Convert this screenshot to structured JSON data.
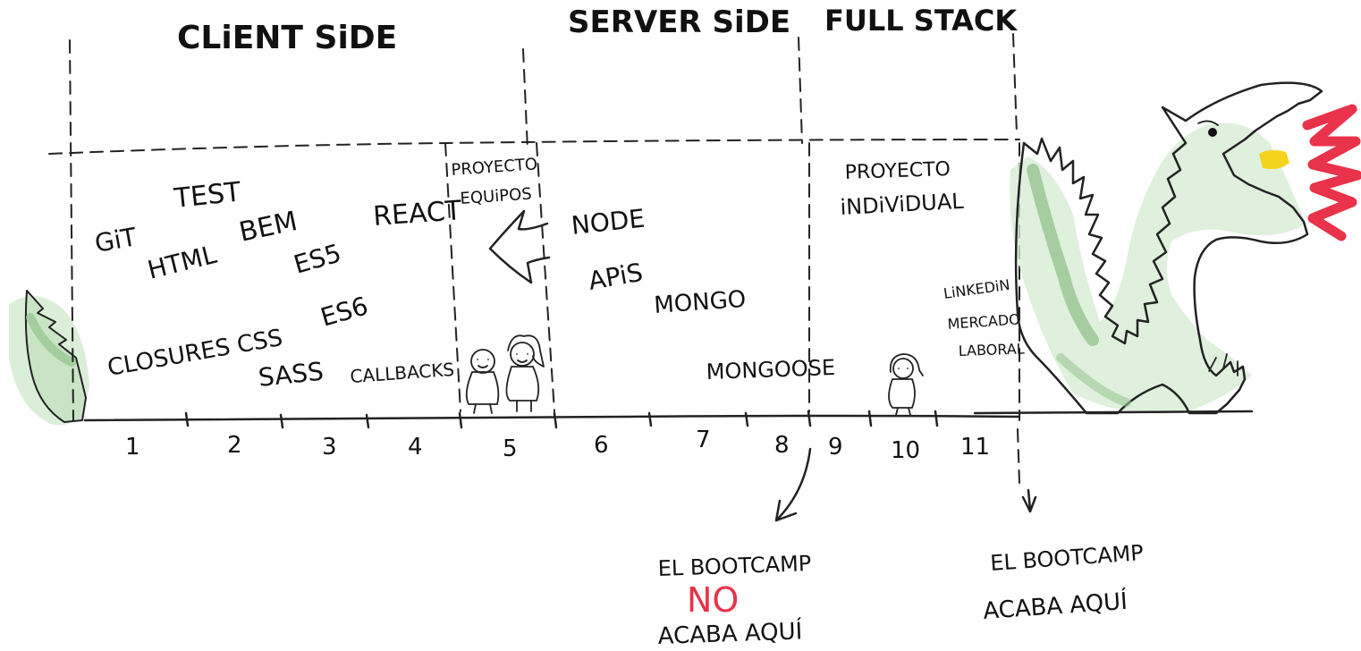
{
  "sections": {
    "client": "CLiENT SiDE",
    "server": "SERVER SiDE",
    "fullstack": "FULL STACK"
  },
  "topics": {
    "git": "GiT",
    "test": "TEST",
    "html": "HTML",
    "bem": "BEM",
    "es5": "ES5",
    "react": "REACT",
    "es6": "ES6",
    "closures_css": "CLOSURES CSS",
    "sass": "SASS",
    "callbacks": "CALLBACKS",
    "proyecto_equipos_1": "PROYECTO",
    "proyecto_equipos_2": "EQUiPOS",
    "node": "NODE",
    "apis": "APiS",
    "mongo": "MONGO",
    "mongoose": "MONGOOSE",
    "proyecto_individual_1": "PROYECTO",
    "proyecto_individual_2": "iNDiViDUAL",
    "linkedin": "LiNKEDiN",
    "mercado": "MERCADO",
    "laboral": "LABORAL"
  },
  "weeks": [
    "1",
    "2",
    "3",
    "4",
    "5",
    "6",
    "7",
    "8",
    "9",
    "10",
    "11"
  ],
  "notes": {
    "left_line1": "EL BOOTCAMP",
    "left_no": "NO",
    "left_line2": "ACABA AQUÍ",
    "right_line1": "EL BOOTCAMP",
    "right_line2": "ACABA AQUÍ"
  },
  "colors": {
    "ink": "#111111",
    "dragon_fill": "#cfe8cd",
    "dragon_shade": "#9bc795",
    "fire_red": "#e8334a",
    "fire_yellow": "#f4d31c",
    "no_red": "#e8334a"
  }
}
